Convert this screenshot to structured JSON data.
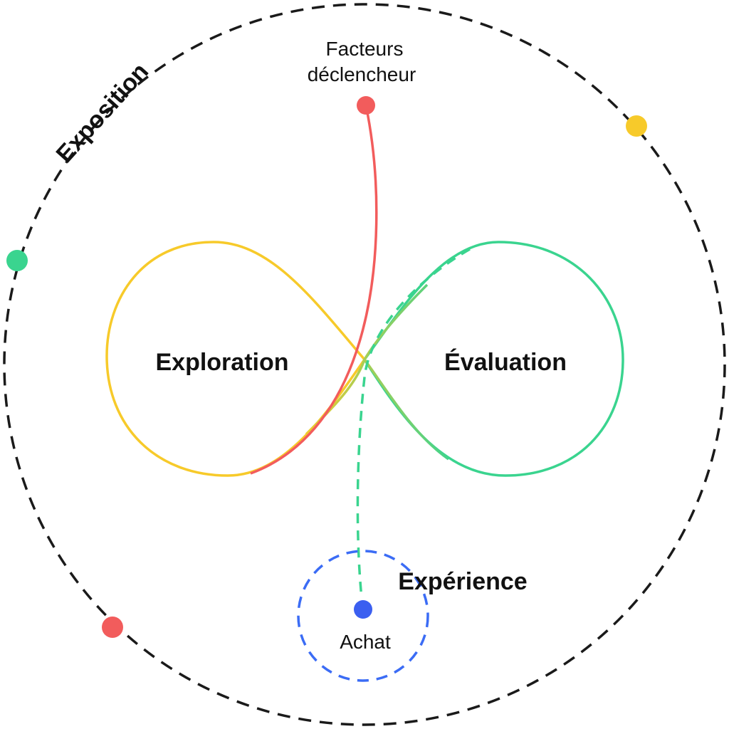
{
  "labels": {
    "exposition": "Exposition",
    "trigger_line1": "Facteurs",
    "trigger_line2": "déclencheur",
    "exploration": "Exploration",
    "evaluation": "Évaluation",
    "experience": "Expérience",
    "purchase": "Achat"
  },
  "colors": {
    "outer_ring": "#1a1a1a",
    "trigger": "#f25c5c",
    "exploration": "#f7ca2a",
    "evaluation": "#3ad48f",
    "experience_ring": "#3b6cf5",
    "purchase_dot": "#3b5ff0",
    "text": "#111111"
  }
}
